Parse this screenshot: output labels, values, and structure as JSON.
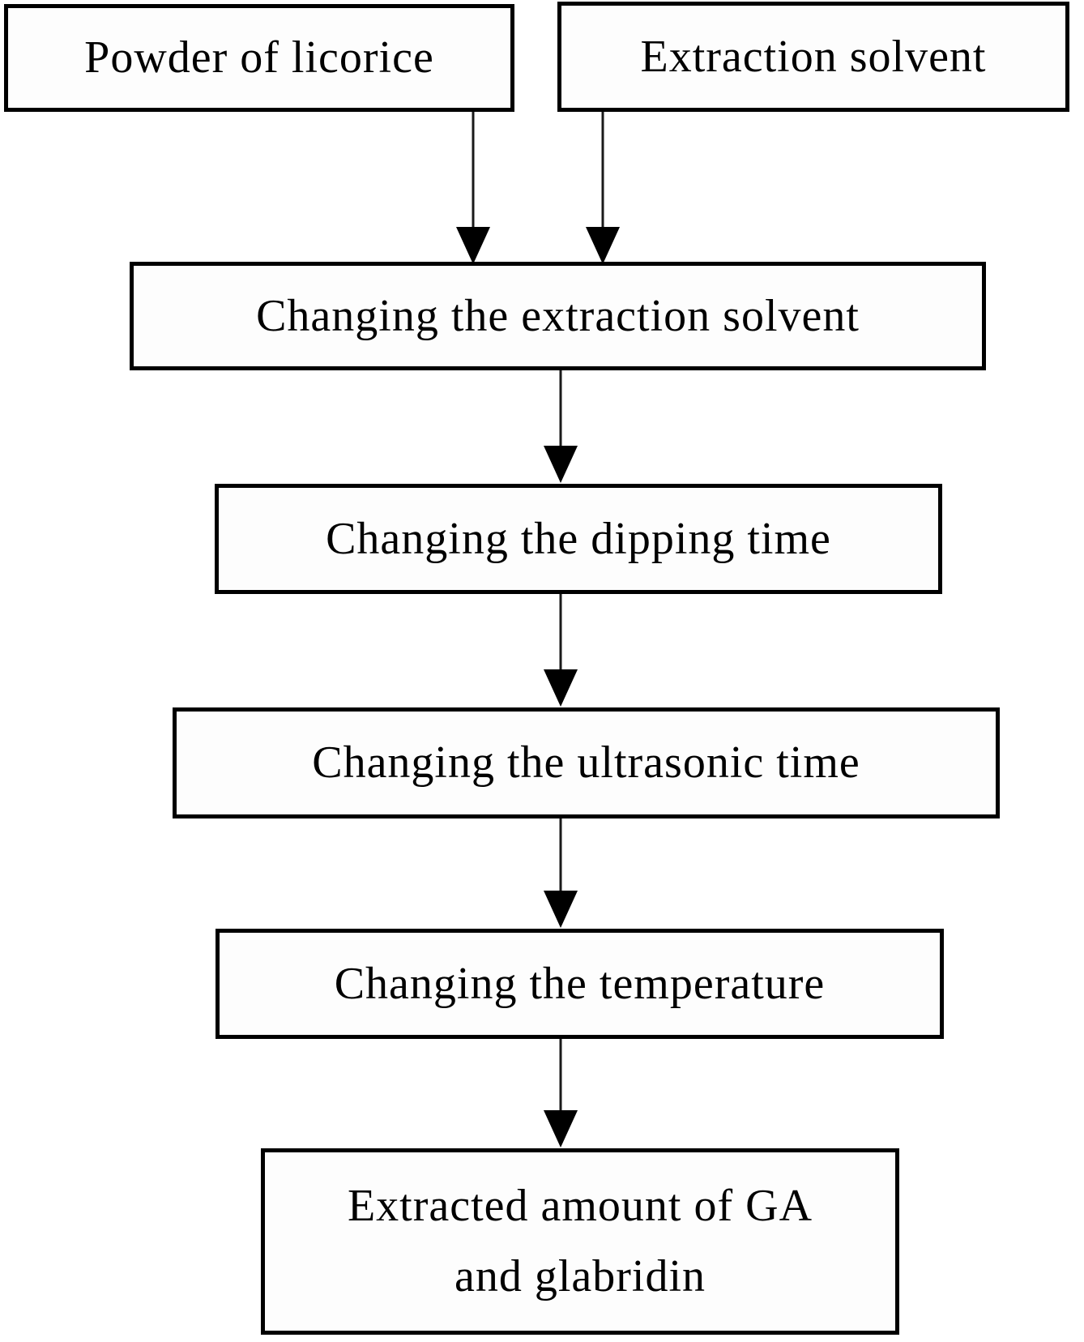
{
  "figure": {
    "type": "flowchart",
    "background_color": "#ffffff",
    "box_border_color": "#000000",
    "box_fill_color": "#fdfdfd",
    "text_color": "#000000",
    "arrow_color": "#000000",
    "nodes": [
      {
        "id": "powder",
        "label": "Powder of licorice"
      },
      {
        "id": "solvent",
        "label": "Extraction solvent"
      },
      {
        "id": "step1",
        "label": "Changing the extraction solvent"
      },
      {
        "id": "step2",
        "label": "Changing the dipping time"
      },
      {
        "id": "step3",
        "label": "Changing the ultrasonic time"
      },
      {
        "id": "step4",
        "label": "Changing the temperature"
      },
      {
        "id": "result",
        "label": "Extracted amount of GA and glabridin"
      }
    ],
    "edges": [
      {
        "from": "powder",
        "to": "step1"
      },
      {
        "from": "solvent",
        "to": "step1"
      },
      {
        "from": "step1",
        "to": "step2"
      },
      {
        "from": "step2",
        "to": "step3"
      },
      {
        "from": "step3",
        "to": "step4"
      },
      {
        "from": "step4",
        "to": "result"
      }
    ]
  }
}
